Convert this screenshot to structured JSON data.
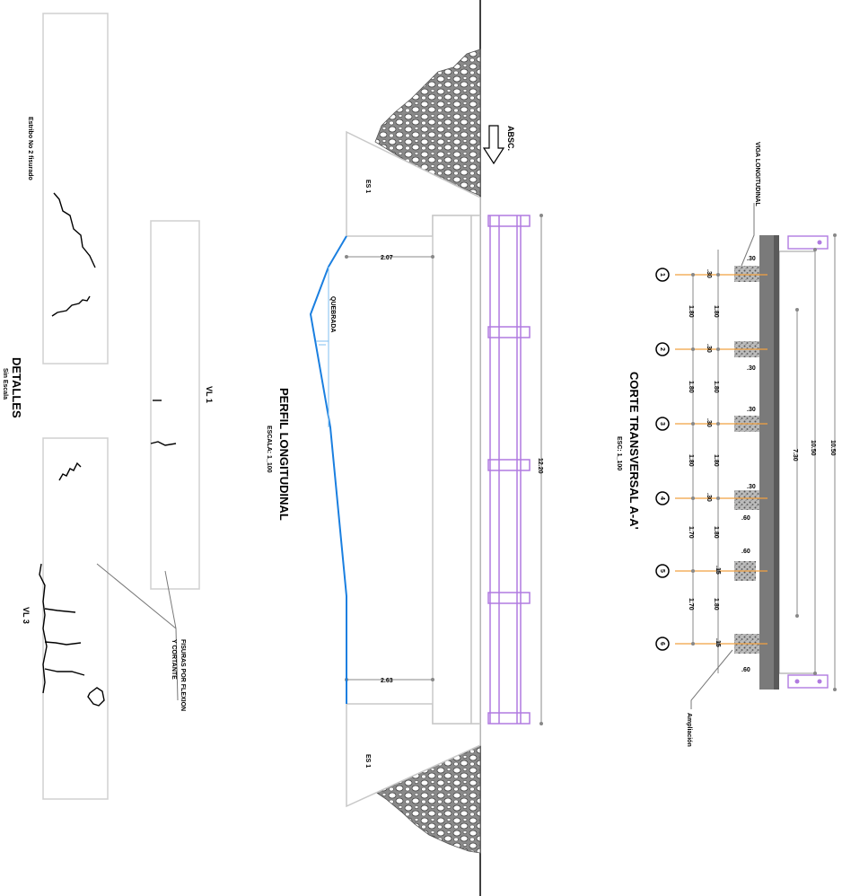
{
  "drawing": {
    "profile_title": "PERFIL LONGITUDINAL",
    "profile_scale": "ESCALA: 1_100",
    "flow_label": "ABSC.",
    "stream_label": "QUEBRADA",
    "abutment_left": "ES 1",
    "abutment_right": "ES 1",
    "span_dim": "12.20",
    "clear_left": "2.07",
    "clear_right": "2.63",
    "section_title": "CORTE TRANSVERSAL A-A'",
    "section_scale": "ESC: 1_100",
    "beam_label": "VIGA LONGITUDINAL",
    "ampliacion_label": "Ampliación",
    "overall_dims": [
      "10.50",
      "10.50",
      "7.30"
    ],
    "beam_numbers": [
      "1",
      "2",
      "3",
      "4",
      "5",
      "6"
    ],
    "beam_widths": [
      ".30",
      ".30",
      ".30",
      ".30",
      ".15",
      ".15"
    ],
    "top_offsets": [
      ".30",
      ".30",
      ".30",
      ".30",
      ".60",
      ".60",
      ".60"
    ],
    "spacing_row1": [
      "1.80",
      "1.80",
      "1.80",
      "1.70",
      "1.70"
    ],
    "spacing_row2": [
      "1.80",
      "1.80",
      "1.80",
      "1.80",
      "1.80"
    ],
    "details_title": "DETALLES",
    "details_scale": "Sin Escala",
    "detail_label_1": "Estribo No 2 fisurado",
    "detail_label_2": "VL 1",
    "detail_label_3": "VL 3",
    "crack_label_line1": "FISURAS POR FLEXION",
    "crack_label_line2": "Y CORTANTE"
  },
  "colors": {
    "stream": "#1a7fe0",
    "water": "#7fbff0",
    "railing": "#b07ae0",
    "orange": "#f0a040",
    "gray_line": "#c8c8c8",
    "slab": "#7a7a7a"
  }
}
